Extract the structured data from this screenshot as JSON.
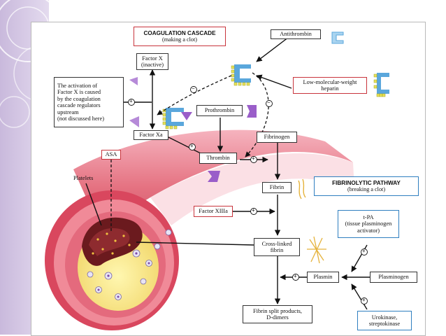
{
  "titles": {
    "coagulation": {
      "heading": "COAGULATION CASCADE",
      "sub": "(making a clot)"
    },
    "fibrinolytic": {
      "heading": "FIBRINOLYTIC PATHWAY",
      "sub": "(breaking a clot)"
    }
  },
  "nodes": {
    "antithrombin": "Antithrombin",
    "lmw_heparin": "Low-molecular-weight\nheparin",
    "factor_x": "Factor X\n(inactive)",
    "activation_note": "The activation of\nFactor X is caused\nby the coagulation\ncascade regulators\nupstream\n(not discussed here)",
    "prothrombin": "Prothrombin",
    "factor_xa": "Factor Xa",
    "asa": "ASA",
    "fibrinogen": "Fibrinogen",
    "thrombin": "Thrombin",
    "fibrin": "Fibrin",
    "platelets": "Platelets",
    "factor_xiiia": "Factor XIIIa",
    "tpa": "t-PA\n(tissue plasminogen\nactivator)",
    "cross_linked_fibrin": "Cross-linked\nfibrin",
    "plasmin": "Plasmin",
    "plasminogen": "Plasminogen",
    "fibrin_split": "Fibrin split products,\nD-dimers",
    "urokinase": "Urokinase,\nstreptokinase"
  },
  "symbols": {
    "plus": "+",
    "minus": "−"
  },
  "colors": {
    "cascade_border": "#c8343c",
    "fibrinolytic_border": "#2f7fc0",
    "vessel": "#e0586a",
    "plaque": "#6b1a1e",
    "drug_blue": "#5aa7dc",
    "drug_purple": "#9a5ec9"
  }
}
